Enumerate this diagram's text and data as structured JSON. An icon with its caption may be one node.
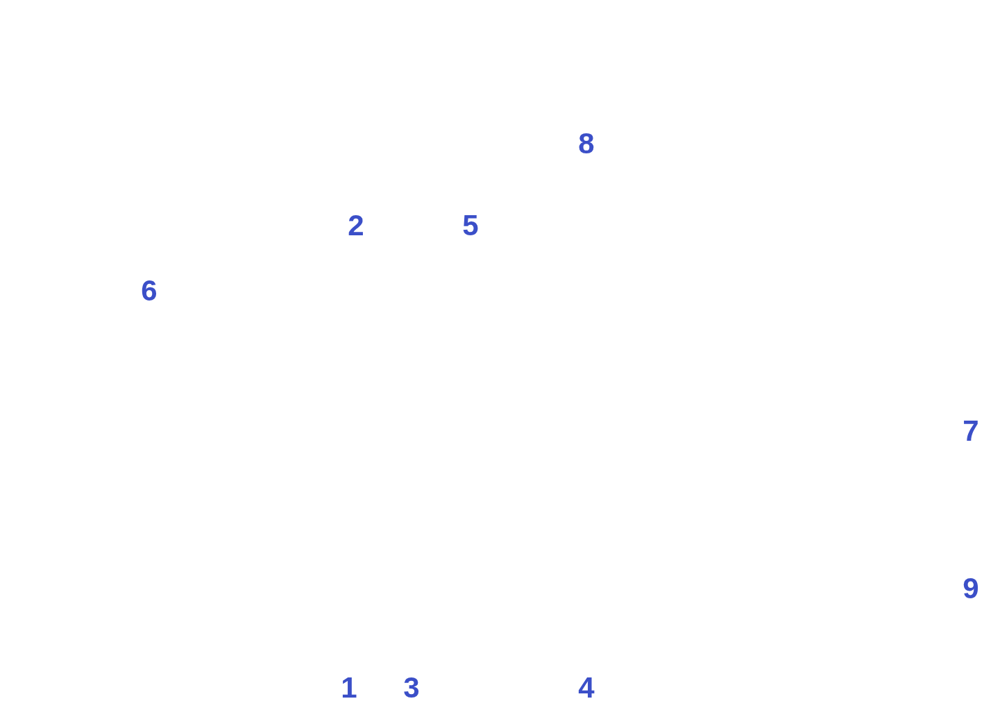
{
  "diagram": {
    "labels": [
      "8",
      "2",
      "5",
      "6",
      "7",
      "9",
      "1",
      "3",
      "4"
    ]
  }
}
